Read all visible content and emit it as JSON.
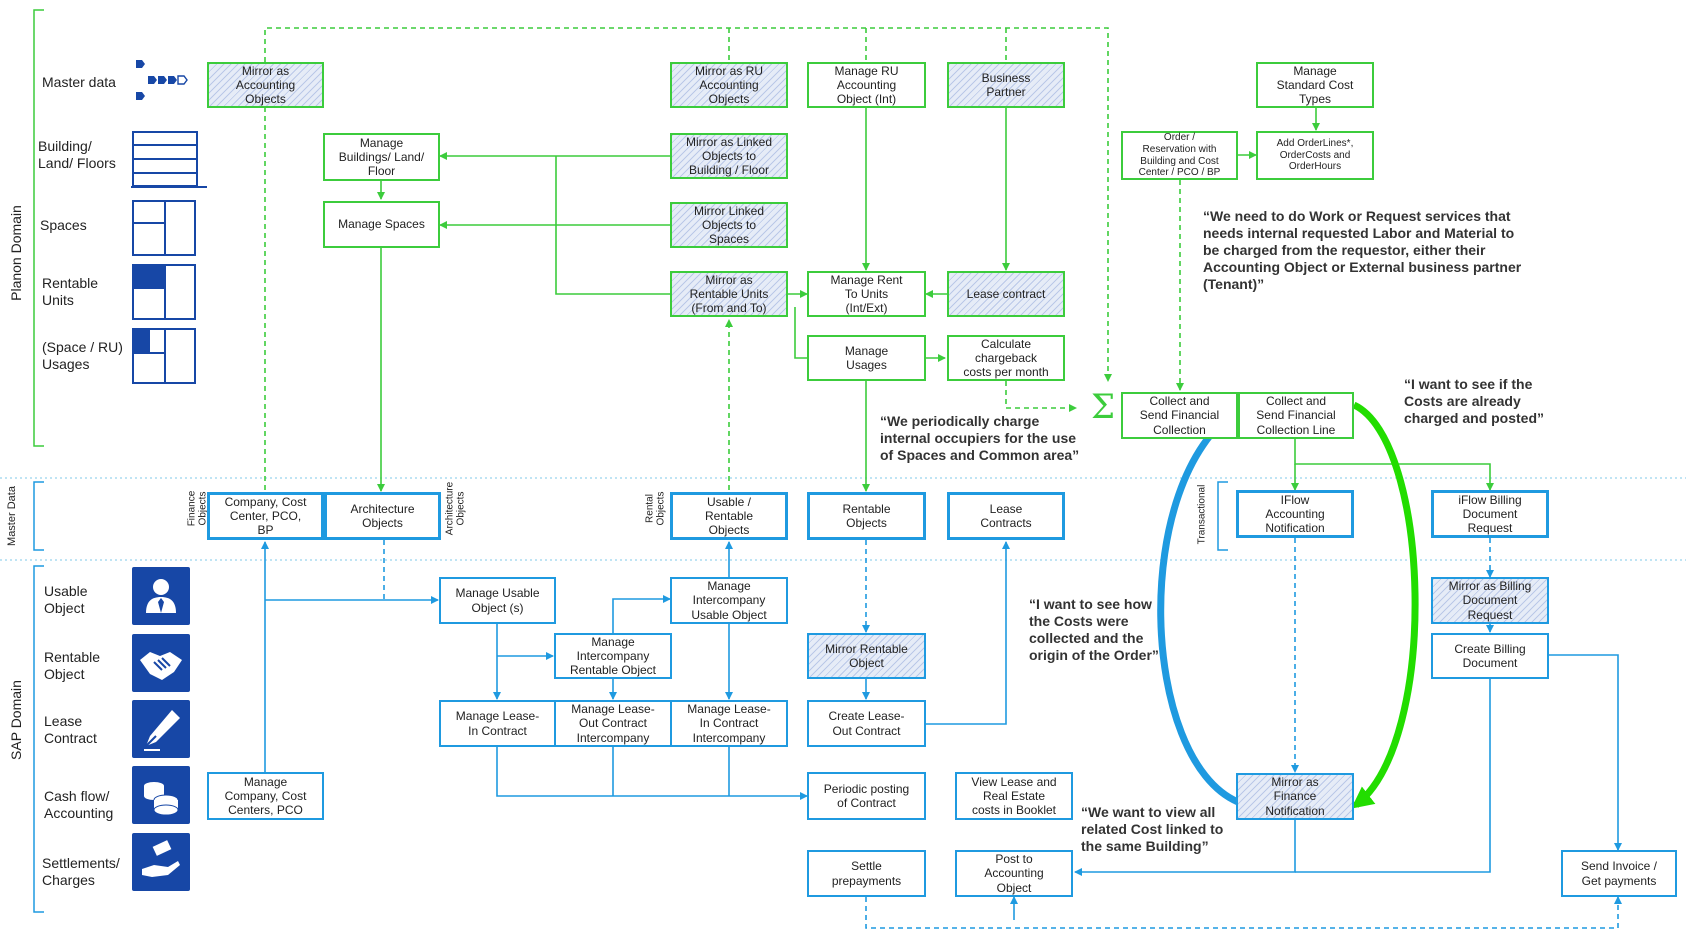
{
  "domains": {
    "planon": "Planon Domain",
    "master": "Master Data",
    "sap": "SAP Domain",
    "finance_objects": "Finance\nObjects",
    "architecture_objects": "Architecture\nObjects",
    "rental_objects": "Rental\nObjects",
    "transactional": "Transactional"
  },
  "left_labels": {
    "master_data": "Master data",
    "building": "Building/\nLand/ Floors",
    "spaces": "Spaces",
    "rentable_units": "Rentable\nUnits",
    "usages": "(Space / RU)\nUsages",
    "usable_object": "Usable\nObject",
    "rentable_object": "Rentable\nObject",
    "lease_contract": "Lease\nContract",
    "cash_flow": "Cash flow/\nAccounting",
    "settlements": "Settlements/\nCharges"
  },
  "boxes": {
    "mirror_accounting": "Mirror as\nAccounting\nObjects",
    "mirror_ru": "Mirror as RU\nAccounting\nObjects",
    "manage_ru_accounting": "Manage RU\nAccounting\nObject (Int)",
    "business_partner": "Business\nPartner",
    "manage_standard_cost": "Manage\nStandard Cost\nTypes",
    "manage_buildings": "Manage\nBuildings/ Land/\nFloor",
    "mirror_linked_building": "Mirror as Linked\nObjects to\nBuilding / Floor",
    "order_reservation": "Order /\nReservation with\nBuilding and Cost\nCenter / PCO / BP",
    "add_orderlines": "Add OrderLines*,\nOrderCosts and\nOrderHours",
    "manage_spaces": "Manage Spaces",
    "mirror_linked_spaces": "Mirror Linked\nObjects to\nSpaces",
    "mirror_rentable_units": "Mirror as\nRentable Units\n(From and To)",
    "manage_rent": "Manage Rent\nTo Units\n(Int/Ext)",
    "lease_contract_planon": "Lease contract",
    "manage_usages": "Manage\nUsages",
    "calculate_chargeback": "Calculate\nchargeback\ncosts per month",
    "collect_send_collection": "Collect and\nSend Financial\nCollection",
    "collect_send_line": "Collect and\nSend Financial\nCollection Line",
    "company_cost_center": "Company, Cost\nCenter, PCO,\nBP",
    "architecture_objects": "Architecture\nObjects",
    "usable_rentable_objects": "Usable /\nRentable\nObjects",
    "rentable_objects": "Rentable\nObjects",
    "lease_contracts": "Lease\nContracts",
    "iflow_accounting": "IFlow\nAccounting\nNotification",
    "iflow_billing": "iFlow Billing\nDocument\nRequest",
    "manage_usable_object": "Manage Usable\nObject (s)",
    "manage_intercompany_usable": "Manage\nIntercompany\nUsable Object",
    "manage_intercompany_rentable": "Manage\nIntercompany\nRentable Object",
    "mirror_rentable_object": "Mirror Rentable\nObject",
    "mirror_billing_document": "Mirror as Billing\nDocument\nRequest",
    "create_billing_document": "Create Billing\nDocument",
    "manage_lease_in": "Manage Lease-\nIn Contract",
    "manage_lease_out_ic": "Manage Lease-\nOut Contract\nIntercompany",
    "manage_lease_in_ic": "Manage Lease-\nIn Contract\nIntercompany",
    "create_lease_out": "Create Lease-\nOut Contract",
    "manage_company": "Manage\nCompany, Cost\nCenters, PCO",
    "periodic_posting": "Periodic posting\nof Contract",
    "view_lease_costs": "View Lease and\nReal Estate\ncosts in Booklet",
    "mirror_finance_notification": "Mirror as\nFinance\nNotification",
    "settle_prepayments": "Settle\nprepayments",
    "post_accounting_object": "Post to\nAccounting\nObject",
    "send_invoice": "Send Invoice /\nGet payments"
  },
  "quotes": {
    "work_request": "“We need to do Work or Request services that\nneeds internal requested Labor and Material to\nbe charged from the requestor, either their\nAccounting Object or External business partner\n(Tenant)”",
    "charged_posted": "“I want to see if the\nCosts are already\ncharged and posted”",
    "periodically_charge": "“We periodically charge\ninternal occupiers for the use\nof Spaces and Common area”",
    "see_costs_collected": "“I want to see how\nthe Costs were\ncollected and the\norigin of the Order”",
    "view_related_costs": "“We want to view all\nrelated Cost linked to\nthe same Building”"
  },
  "sum_symbol": "Σ",
  "icons": [
    "process-chevrons-icon",
    "floors-grid-icon",
    "spaces-grid-icon",
    "rentable-units-icon",
    "usages-grid-icon",
    "person-icon",
    "handshake-icon",
    "pen-nib-icon",
    "coins-icon",
    "hand-money-icon"
  ],
  "colors": {
    "green": "#3ccc3c",
    "blue": "#1f9ae0",
    "navy": "#1747a6",
    "hatch": "#e6ecf7",
    "bright_green": "#22dd00",
    "domain_dash": "#7fc8e8"
  }
}
